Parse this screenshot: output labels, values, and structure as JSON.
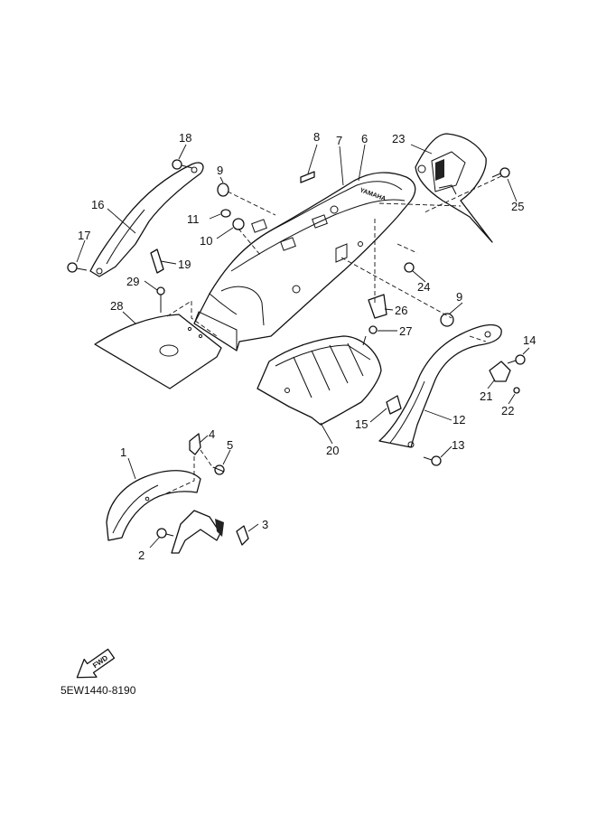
{
  "diagram_code": "5EW1440-8190",
  "fwd_label": "FWD",
  "brand_label": "YAMAHA",
  "callouts": [
    {
      "id": "c1",
      "label": "1"
    },
    {
      "id": "c2",
      "label": "2"
    },
    {
      "id": "c3",
      "label": "3"
    },
    {
      "id": "c4",
      "label": "4"
    },
    {
      "id": "c5",
      "label": "5"
    },
    {
      "id": "c6",
      "label": "6"
    },
    {
      "id": "c7",
      "label": "7"
    },
    {
      "id": "c8",
      "label": "8"
    },
    {
      "id": "c9a",
      "label": "9"
    },
    {
      "id": "c9b",
      "label": "9"
    },
    {
      "id": "c10",
      "label": "10"
    },
    {
      "id": "c11",
      "label": "11"
    },
    {
      "id": "c12",
      "label": "12"
    },
    {
      "id": "c13",
      "label": "13"
    },
    {
      "id": "c14",
      "label": "14"
    },
    {
      "id": "c15",
      "label": "15"
    },
    {
      "id": "c16",
      "label": "16"
    },
    {
      "id": "c17",
      "label": "17"
    },
    {
      "id": "c18",
      "label": "18"
    },
    {
      "id": "c19",
      "label": "19"
    },
    {
      "id": "c20",
      "label": "20"
    },
    {
      "id": "c21",
      "label": "21"
    },
    {
      "id": "c22",
      "label": "22"
    },
    {
      "id": "c23",
      "label": "23"
    },
    {
      "id": "c24",
      "label": "24"
    },
    {
      "id": "c25",
      "label": "25"
    },
    {
      "id": "c26",
      "label": "26"
    },
    {
      "id": "c27",
      "label": "27"
    },
    {
      "id": "c28",
      "label": "28"
    },
    {
      "id": "c29",
      "label": "29"
    }
  ]
}
